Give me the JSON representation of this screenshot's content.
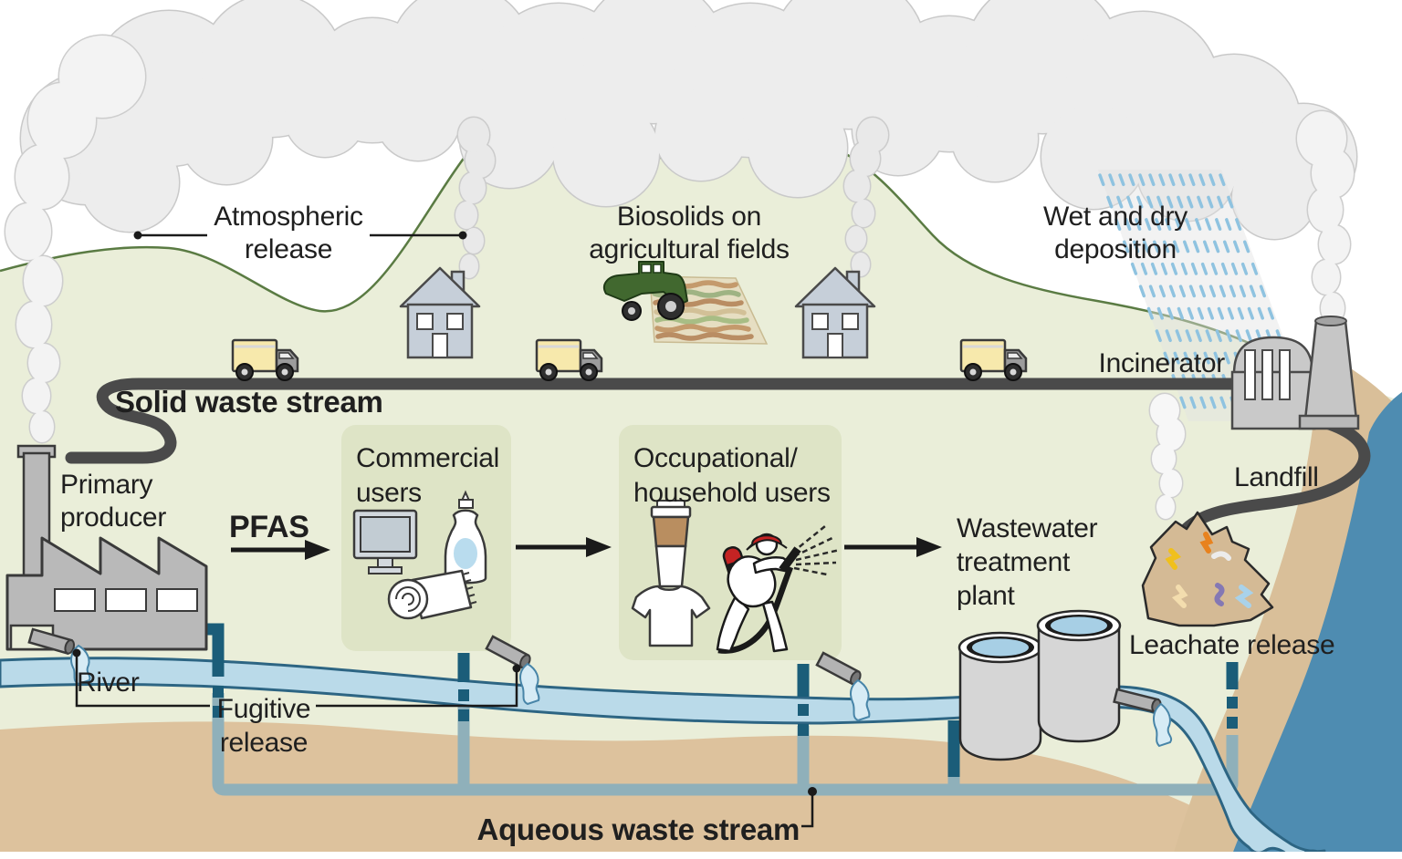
{
  "figure": {
    "description": "PFAS life-cycle and waste stream diagram: releases from primary producer through commercial, occupational and household users to wastewater treatment, landfill and incinerator"
  },
  "labels": {
    "atmospheric_release": {
      "line1": "Atmospheric",
      "line2": "release"
    },
    "biosolids": {
      "line1": "Biosolids on",
      "line2": "agricultural fields"
    },
    "wet_dry_deposition": {
      "line1": "Wet and dry",
      "line2": "deposition"
    },
    "incinerator": "Incinerator",
    "solid_waste_stream": "Solid waste stream",
    "primary_producer": {
      "line1": "Primary",
      "line2": "producer"
    },
    "pfas": "PFAS",
    "commercial_users": {
      "line1": "Commercial",
      "line2": "users"
    },
    "occupational_household_users": {
      "line1": "Occupational/",
      "line2": "household users"
    },
    "wastewater_treatment_plant": {
      "line1": "Wastewater",
      "line2": "treatment",
      "line3": "plant"
    },
    "landfill": "Landfill",
    "leachate_release": "Leachate release",
    "river": "River",
    "fugitive_release": {
      "line1": "Fugitive",
      "line2": "release"
    },
    "aqueous_waste_stream": "Aqueous waste stream"
  },
  "icons": {
    "factory-icon": "primary producer factory with smokestack",
    "smoke-plume-icon": "smoke plume rising to clouds",
    "cloud-icon": "cloud bank",
    "rain-icon": "wet and dry deposition rain",
    "truck-icon": "solid waste collection truck",
    "house-icon": "household with chimney smoke",
    "tractor-icon": "tractor spreading biosolids",
    "field-icon": "agricultural field rows",
    "incinerator-icon": "incinerator building and stack",
    "landfill-pile-icon": "landfill waste mound",
    "monitor-icon": "computer monitor",
    "spray-bottle-icon": "detergent bottle",
    "towel-icon": "towel roll and textile",
    "coffee-cup-icon": "disposable coffee cup",
    "tshirt-icon": "t-shirt",
    "firefighter-icon": "firefighter spraying foam",
    "treatment-tanks-icon": "wastewater treatment tanks",
    "outfall-pipe-icon": "discharge pipe with water",
    "river-icon": "river flowing to sea",
    "pipe-network-icon": "underground aqueous waste pipes"
  },
  "colors": {
    "land": "#eaeed9",
    "box": "#dee4c6",
    "soil": "#ddc29d",
    "sand": "#d9bf99",
    "ocean": "#4e8cb1",
    "river_fill": "#badae9",
    "river_stroke": "#2d6583",
    "road": "#4a4a4a",
    "pipe_dark_teal": "#1b5d79",
    "pipe_gray": "#8fb0ba",
    "cloud": "#ededed",
    "smoke": "#f3f3f3",
    "horizon": "#5a7b43",
    "truck_yellow": "#f7e9ac",
    "building_gray": "#b9b9b9",
    "tank_gray": "#d6d6d6",
    "fire_red": "#c42323",
    "text": "#1f1f1f"
  }
}
